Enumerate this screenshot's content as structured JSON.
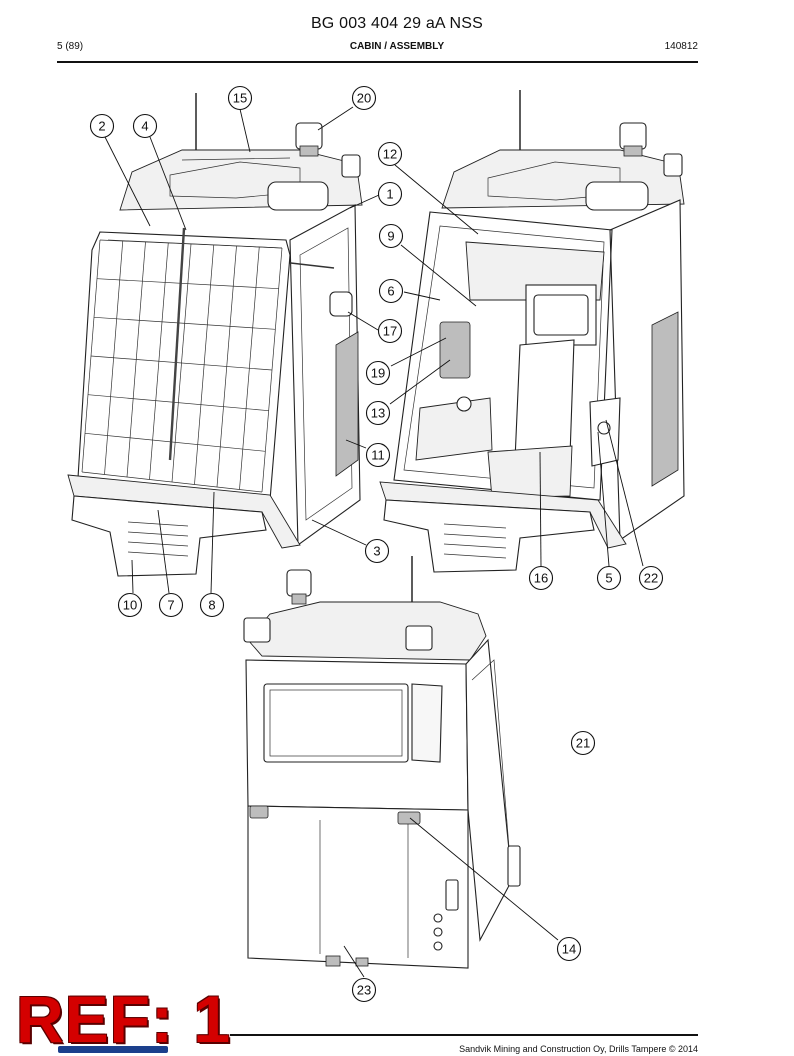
{
  "document": {
    "title": "BG 003 404 29 aA NSS",
    "page": "5 (89)",
    "section": "CABIN / ASSEMBLY",
    "code": "140812",
    "footer": "Sandvik Mining and Construction Oy, Drills Tampere © 2014"
  },
  "overlay": {
    "ref_label": "REF: 1",
    "ref_color": "#d40000"
  },
  "callouts": [
    {
      "id": "c15",
      "label": "15"
    },
    {
      "id": "c20",
      "label": "20"
    },
    {
      "id": "c2",
      "label": "2"
    },
    {
      "id": "c4",
      "label": "4"
    },
    {
      "id": "c12",
      "label": "12"
    },
    {
      "id": "c1",
      "label": "1"
    },
    {
      "id": "c9",
      "label": "9"
    },
    {
      "id": "c6",
      "label": "6"
    },
    {
      "id": "c17",
      "label": "17"
    },
    {
      "id": "c19",
      "label": "19"
    },
    {
      "id": "c13",
      "label": "13"
    },
    {
      "id": "c11",
      "label": "11"
    },
    {
      "id": "c3",
      "label": "3"
    },
    {
      "id": "c16",
      "label": "16"
    },
    {
      "id": "c5",
      "label": "5"
    },
    {
      "id": "c22",
      "label": "22"
    },
    {
      "id": "c10",
      "label": "10"
    },
    {
      "id": "c7",
      "label": "7"
    },
    {
      "id": "c8",
      "label": "8"
    },
    {
      "id": "c21",
      "label": "21"
    },
    {
      "id": "c14",
      "label": "14"
    },
    {
      "id": "c23",
      "label": "23"
    }
  ]
}
